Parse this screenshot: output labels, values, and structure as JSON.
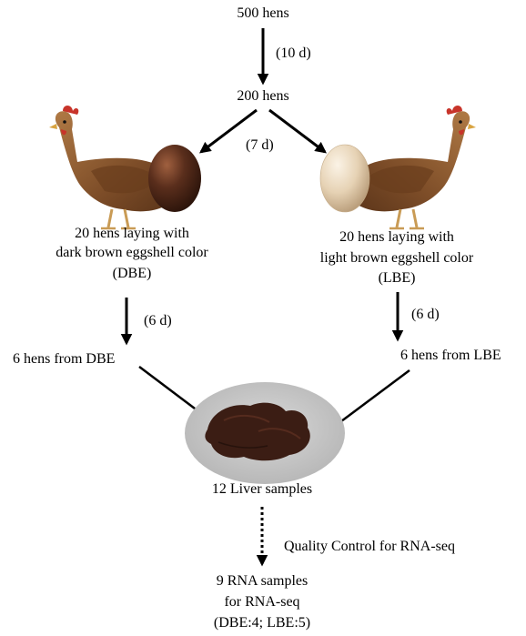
{
  "nodes": {
    "start": "500 hens",
    "mid": "200 hens",
    "dbe_group": [
      "20 hens laying  with",
      "dark brown eggshell  color",
      "(DBE)"
    ],
    "lbe_group": [
      "20 hens laying  with",
      "light  brown eggshell  color",
      "(LBE)"
    ],
    "dbe_selected": "6 hens from DBE",
    "lbe_selected": "6 hens from LBE",
    "liver": "12 Liver  samples",
    "rna": [
      "9 RNA samples",
      "for RNA-seq",
      "(DBE:4;  LBE:5)"
    ]
  },
  "edges": {
    "step1": "(10 d)",
    "step2": "(7 d)",
    "step3_left": "(6 d)",
    "step3_right": "(6 d)",
    "qc": "Quality  Control for RNA-seq"
  },
  "icons": {
    "left_hen": "hen-icon",
    "right_hen": "hen-icon",
    "dark_egg": "dark-brown-egg-icon",
    "light_egg": "light-brown-egg-icon",
    "liver": "liver-tissue-icon"
  },
  "colors": {
    "dark_egg": "#4a2a1a",
    "light_egg": "#e8d6bd",
    "hen_body": "#8a5a32",
    "hen_comb": "#c8342a",
    "liver_plate": "#c9c9c9",
    "liver": "#3b1d14"
  }
}
